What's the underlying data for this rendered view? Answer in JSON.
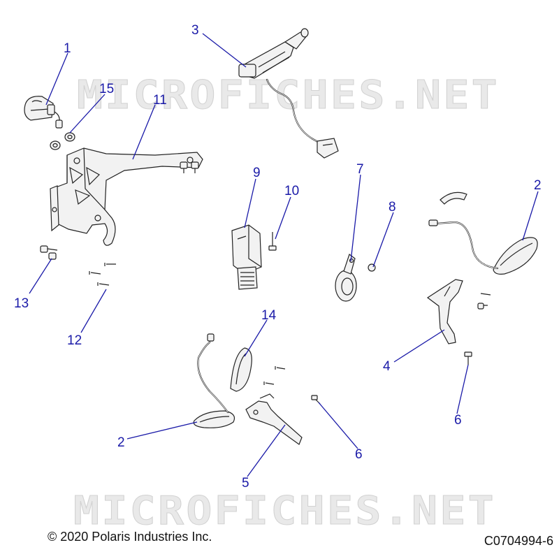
{
  "watermark": "MICROFICHES.NET",
  "copyright": "© 2020 Polaris Industries Inc.",
  "drawing_number": "C0704994-6",
  "callouts": {
    "c1": "1",
    "c2a": "2",
    "c2b": "2",
    "c3": "3",
    "c4": "4",
    "c5": "5",
    "c6a": "6",
    "c6b": "6",
    "c7": "7",
    "c8": "8",
    "c9": "9",
    "c10": "10",
    "c11": "11",
    "c12": "12",
    "c13": "13",
    "c14": "14",
    "c15": "15"
  }
}
